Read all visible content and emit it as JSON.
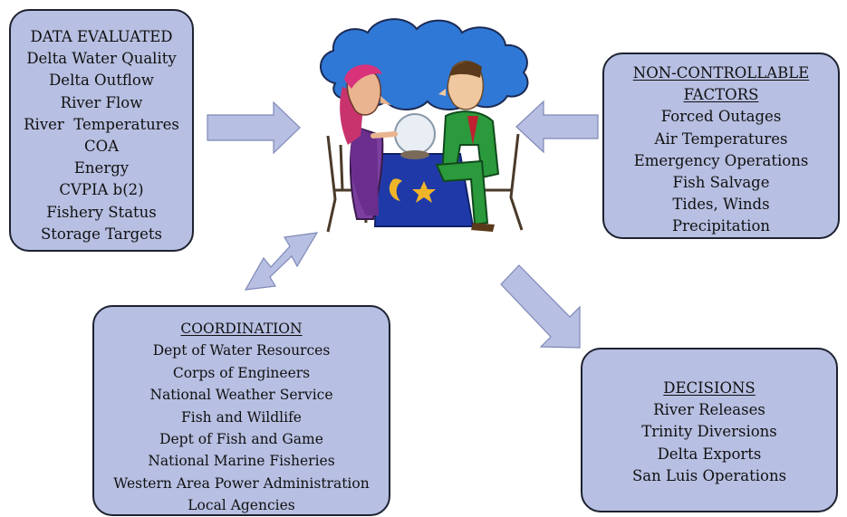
{
  "data_evaluated": {
    "title": "DATA EVALUATED",
    "items": [
      "Delta Water Quality",
      "Delta Outflow",
      "River Flow",
      "River  Temperatures",
      "COA",
      "Energy",
      "CVPIA b(2)",
      "Fishery Status",
      "Storage Targets"
    ]
  },
  "non_controllable": {
    "title_line1": "NON-CONTROLLABLE",
    "title_line2": "FACTORS",
    "items": [
      "Forced Outages",
      "Air Temperatures",
      "Emergency Operations",
      "Fish Salvage",
      "Tides, Winds",
      "Precipitation"
    ]
  },
  "coordination": {
    "title": "COORDINATION",
    "items": [
      "Dept of Water Resources",
      "Corps of Engineers",
      "National Weather Service",
      "Fish and Wildlife",
      "Dept of Fish and Game",
      "National Marine Fisheries",
      "Western Area Power Administration",
      "Local Agencies"
    ]
  },
  "decisions": {
    "title": "DECISIONS",
    "items": [
      "River Releases",
      "Trinity Diversions",
      "Delta Exports",
      "San Luis Operations"
    ]
  },
  "colors": {
    "box_fill": "#b7bfe2",
    "arrow_fill": "#b7bfe2",
    "border": "#1e2230"
  },
  "illustration": "fortune-teller-crystal-ball"
}
